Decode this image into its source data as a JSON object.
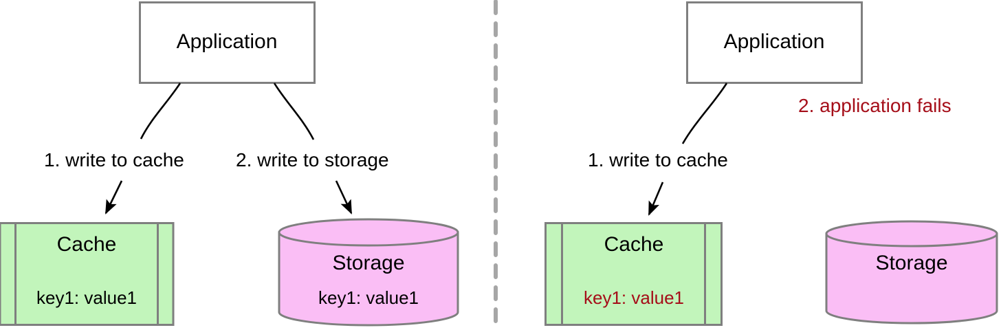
{
  "diagram": {
    "type": "architecture-flow",
    "title": "Write-through cache write path: success vs application failure",
    "panels": [
      {
        "id": "left",
        "name": "successful-write",
        "application": {
          "label": "Application"
        },
        "steps": [
          {
            "id": "step-1-left",
            "label": "1. write to cache",
            "color": "#000000"
          },
          {
            "id": "step-2-left",
            "label": "2. write to storage",
            "color": "#000000"
          }
        ],
        "cache": {
          "label": "Cache",
          "entry": "key1: value1",
          "entry_color": "#000000",
          "fill": "#C2F5BB",
          "stroke": "#7F7F7F"
        },
        "storage": {
          "label": "Storage",
          "entry": "key1: value1",
          "entry_color": "#000000",
          "fill": "#FABEF5",
          "stroke": "#7F7F7F"
        }
      },
      {
        "id": "right",
        "name": "failed-write",
        "application": {
          "label": "Application"
        },
        "steps": [
          {
            "id": "step-1-right",
            "label": "1. write to cache",
            "color": "#000000"
          },
          {
            "id": "step-2-right",
            "label": "2. application fails",
            "color": "#A50E19"
          }
        ],
        "cache": {
          "label": "Cache",
          "entry": "key1: value1",
          "entry_color": "#A50E19",
          "fill": "#C2F5BB",
          "stroke": "#7F7F7F"
        },
        "storage": {
          "label": "Storage",
          "entry": "",
          "entry_color": "#000000",
          "fill": "#FABEF5",
          "stroke": "#7F7F7F"
        }
      }
    ],
    "divider": {
      "style": "dashed",
      "color": "#A6A6A6"
    },
    "colors": {
      "cache_fill": "#C2F5BB",
      "storage_fill": "#FABEF5",
      "shape_stroke": "#7F7F7F",
      "connector": "#000000",
      "error_text": "#A50E19",
      "divider": "#A6A6A6",
      "background": "#FFFFFF"
    }
  }
}
